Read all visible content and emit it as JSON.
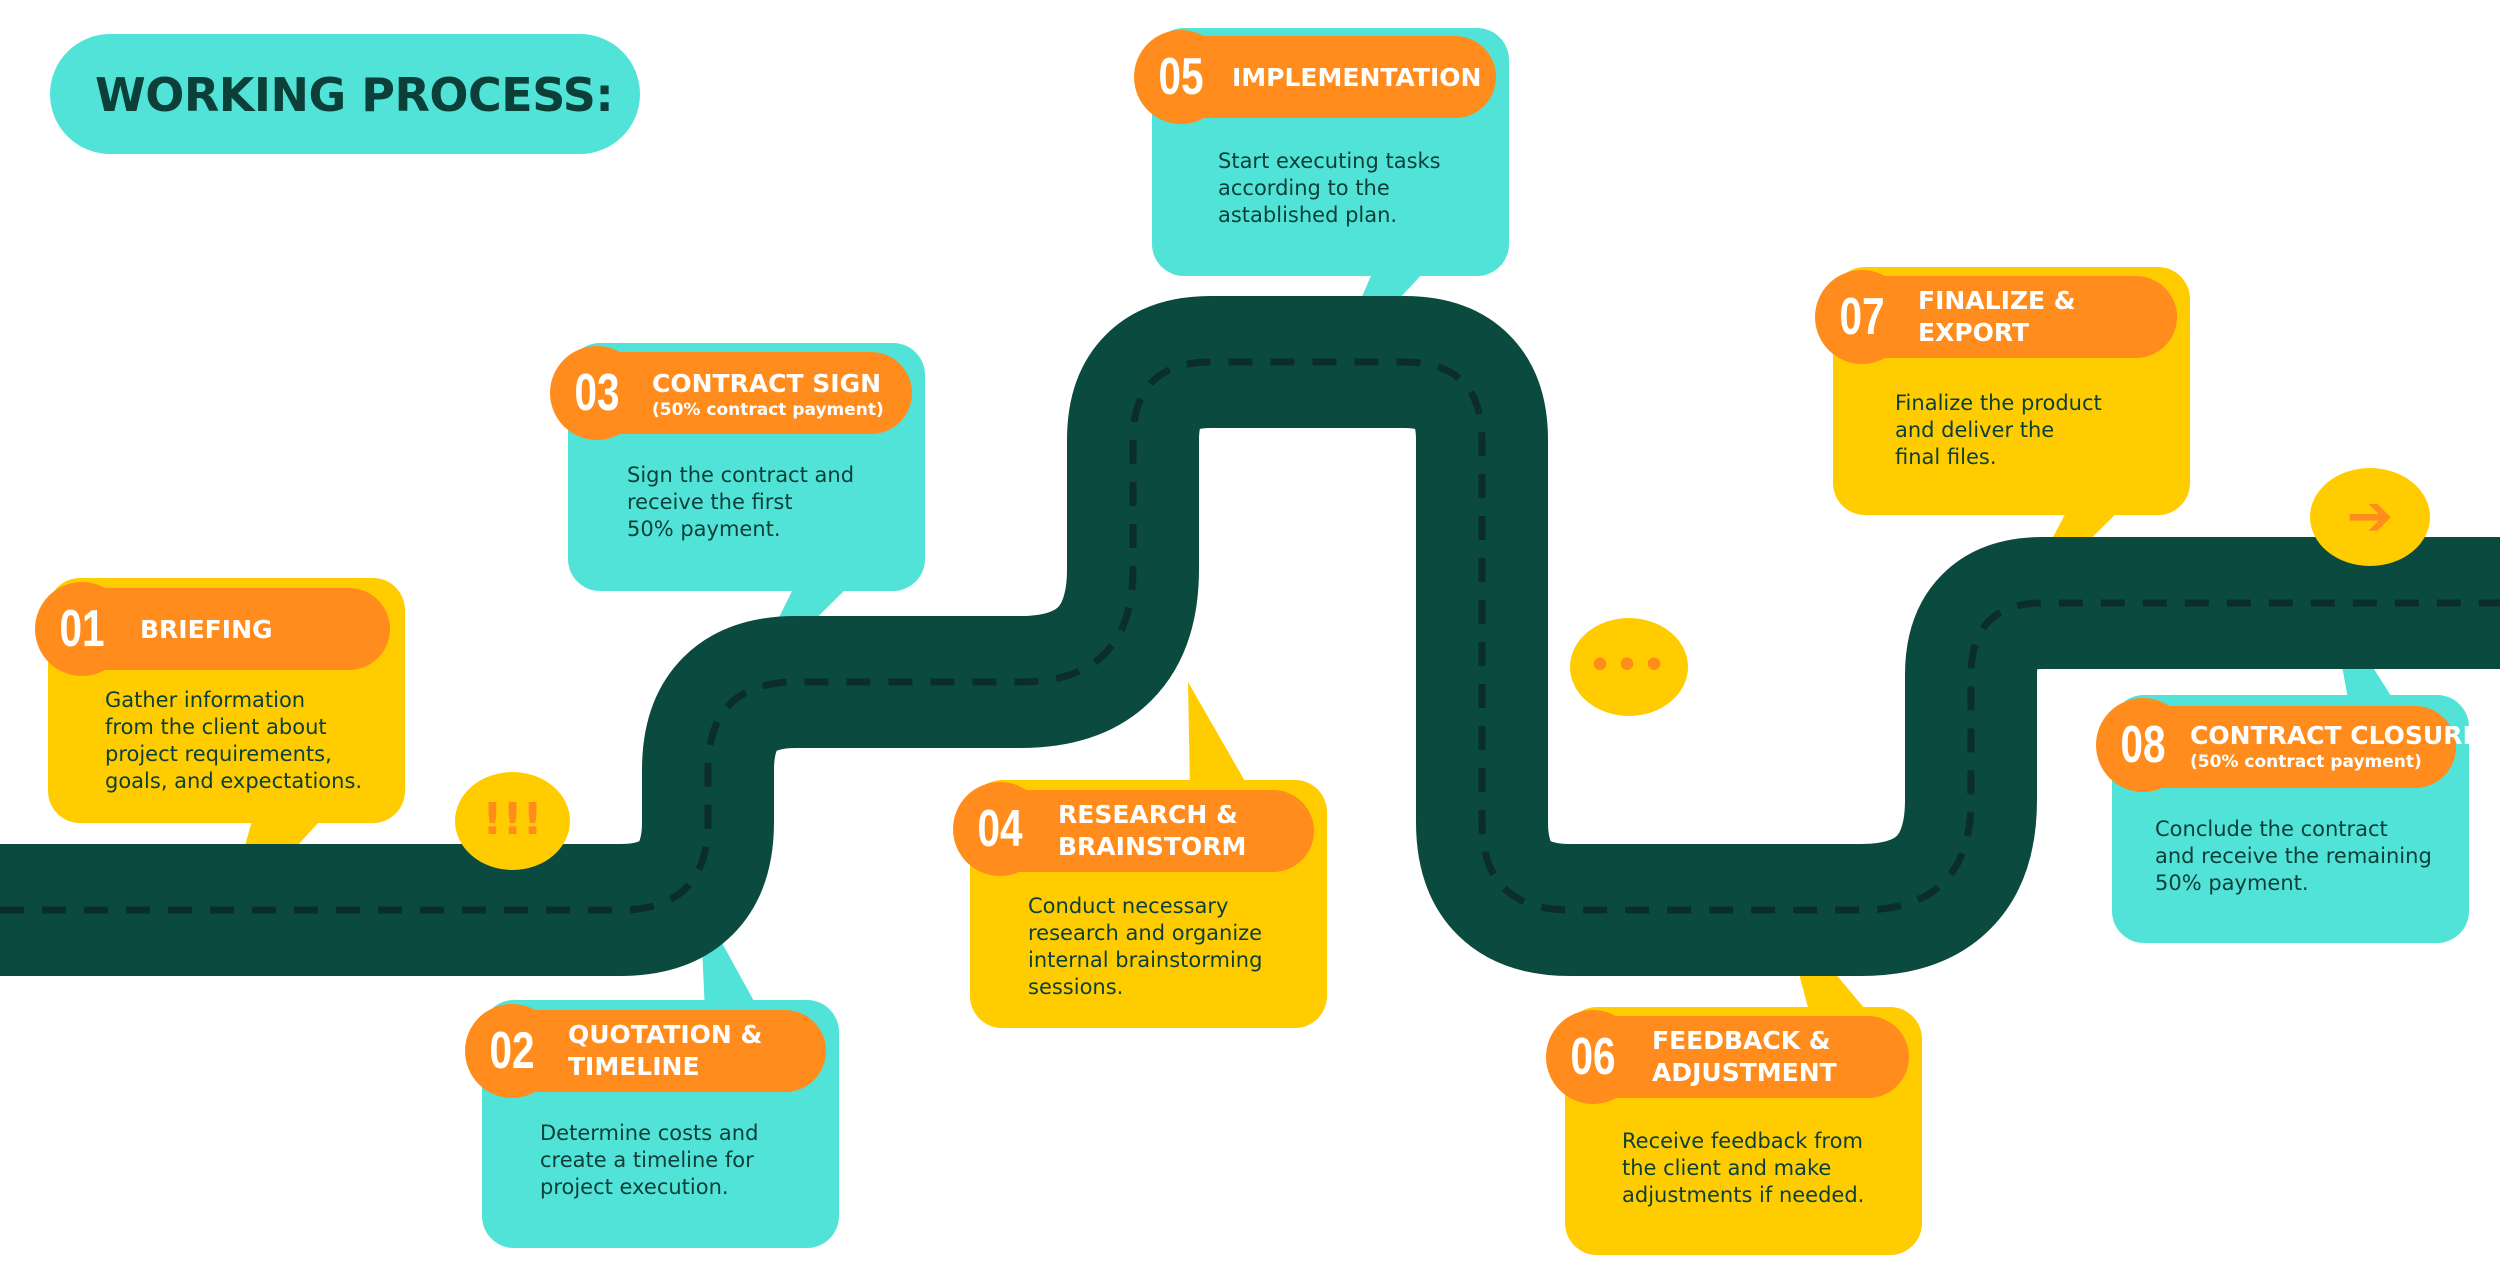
{
  "title": "WORKING PROCESS:",
  "colors": {
    "road": "#0B4A3F",
    "road_dash": "#0B2E2A",
    "yellow": "#FFCC00",
    "cyan": "#52E3D8",
    "orange": "#FF8C1C",
    "dark_text": "#0B3F38"
  },
  "steps": [
    {
      "num": "01",
      "title": "BRIEFING",
      "subtitle": "",
      "desc": "Gather information\nfrom the client about\nproject requirements,\ngoals, and expectations."
    },
    {
      "num": "02",
      "title": "QUOTATION &\nTIMELINE",
      "subtitle": "",
      "desc": "Determine costs and\ncreate a timeline for\nproject execution."
    },
    {
      "num": "03",
      "title": "CONTRACT SIGN",
      "subtitle": "(50% contract payment)",
      "desc": "Sign the contract and\nreceive the first\n50% payment."
    },
    {
      "num": "04",
      "title": "RESEARCH &\nBRAINSTORM",
      "subtitle": "",
      "desc": "Conduct necessary\nresearch and organize\ninternal brainstorming\nsessions."
    },
    {
      "num": "05",
      "title": "IMPLEMENTATION",
      "subtitle": "",
      "desc": "Start executing tasks\naccording to the\nastablished plan."
    },
    {
      "num": "06",
      "title": "FEEDBACK &\nADJUSTMENT",
      "subtitle": "",
      "desc": "Receive feedback from\nthe client and make\nadjustments if needed."
    },
    {
      "num": "07",
      "title": "FINALIZE &\nEXPORT",
      "subtitle": "",
      "desc": "Finalize the product\nand deliver the\nfinal files."
    },
    {
      "num": "08",
      "title": "CONTRACT CLOSURE",
      "subtitle": "(50% contract payment)",
      "desc": "Conclude the contract\nand receive the remaining\n50% payment."
    }
  ],
  "bubbles": [
    {
      "text": "!!!",
      "icon": "exclamation-marks-icon"
    },
    {
      "text": "•••",
      "icon": "ellipsis-icon"
    },
    {
      "text": "➔",
      "icon": "arrow-right-icon"
    }
  ]
}
